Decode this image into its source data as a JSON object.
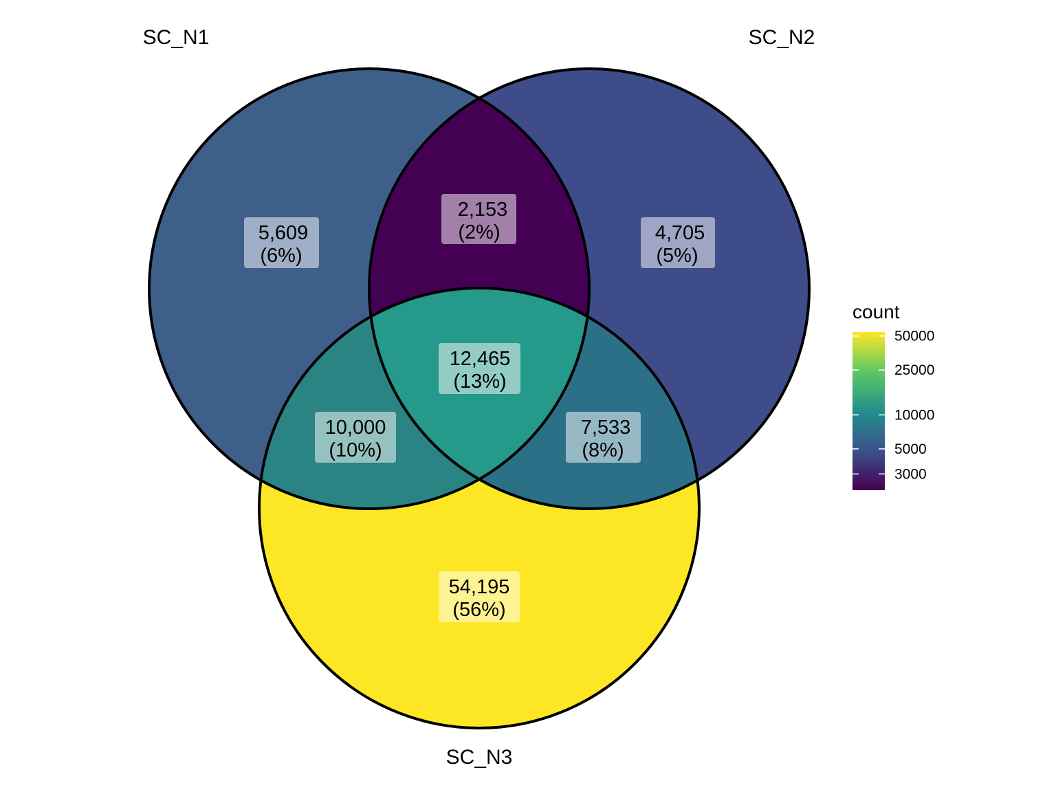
{
  "sets": [
    {
      "id": "A",
      "name": "SC_N1"
    },
    {
      "id": "B",
      "name": "SC_N2"
    },
    {
      "id": "C",
      "name": "SC_N3"
    }
  ],
  "regions": [
    {
      "id": "A_only",
      "count": "5,609",
      "percent": "(6%)",
      "value": 5609,
      "fill": "#3E5F8A"
    },
    {
      "id": "B_only",
      "count": "4,705",
      "percent": "(5%)",
      "value": 4705,
      "fill": "#3F4C8A"
    },
    {
      "id": "C_only",
      "count": "54,195",
      "percent": "(56%)",
      "value": 54195,
      "fill": "#FDE725"
    },
    {
      "id": "AB_only",
      "count": "2,153",
      "percent": "(2%)",
      "value": 2153,
      "fill": "#440154"
    },
    {
      "id": "AC_only",
      "count": "10,000",
      "percent": "(10%)",
      "value": 10000,
      "fill": "#2A8483"
    },
    {
      "id": "BC_only",
      "count": "7,533",
      "percent": "(8%)",
      "value": 7533,
      "fill": "#2C7088"
    },
    {
      "id": "ABC",
      "count": "12,465",
      "percent": "(13%)",
      "value": 12465,
      "fill": "#25998A"
    }
  ],
  "legend": {
    "title": "count",
    "ticks": [
      "50000",
      "25000",
      "10000",
      "5000",
      "3000"
    ],
    "tick_values": [
      50000,
      25000,
      10000,
      5000,
      3000
    ],
    "range": [
      2153,
      54195
    ],
    "scale": "log",
    "colormap": "viridis",
    "gradient": [
      "#440154",
      "#3B528B",
      "#21908C",
      "#5DC863",
      "#FDE725"
    ]
  }
}
